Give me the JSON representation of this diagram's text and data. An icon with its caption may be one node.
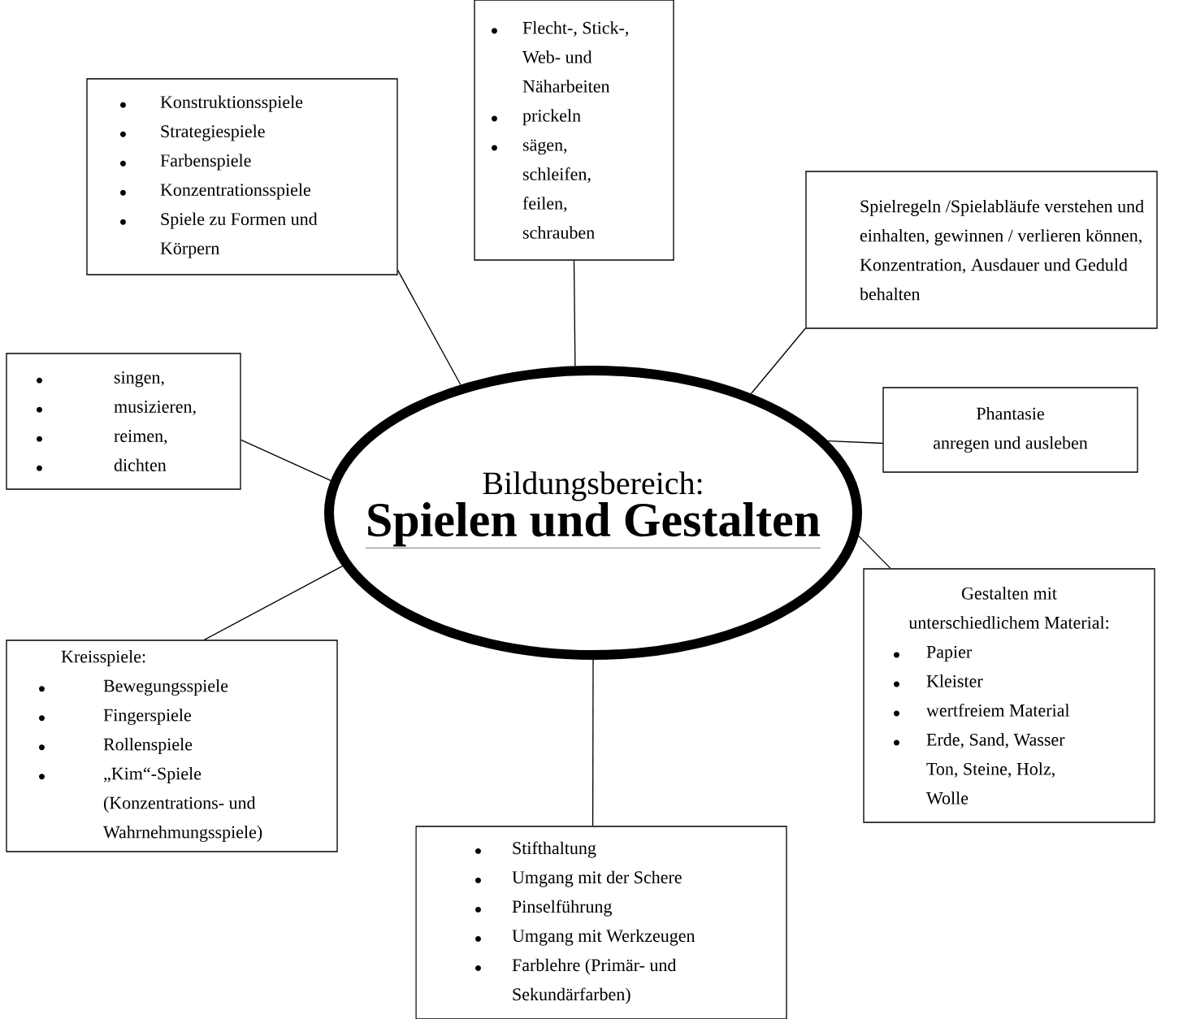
{
  "diagram": {
    "nodes": [
      {
        "text": [
          "Bildungsbereich:",
          "Spielen und Gestalten"
        ]
      },
      {
        "text": [
          "Flecht-, Stick-, Web- und Näharbeiten",
          "prickeln",
          "sägen, schleifen, feilen, schrauben"
        ]
      },
      {
        "text": [
          "Konstruktionsspiele",
          "Strategiespiele",
          "Farbenspiele",
          "Konzentrationsspiele",
          "Spiele zu Formen und Körpern"
        ]
      },
      {
        "text": [
          "Spielregeln /Spielabläufe verstehen und einhalten, gewinnen / verlieren können, Konzentration, Ausdauer und Geduld behalten"
        ]
      },
      {
        "text": [
          "singen,",
          "musizieren,",
          "reimen,",
          "dichten"
        ]
      },
      {
        "text": [
          "Phantasie",
          "anregen und ausleben"
        ]
      },
      {
        "text": [
          "Gestalten mit unterschiedlichem Material:",
          "Papier",
          "Kleister",
          "wertfreiem Material",
          "Erde, Sand, Wasser Ton, Steine, Holz, Wolle"
        ]
      },
      {
        "text": [
          "Kreisspiele:",
          "Bewegungsspiele",
          "Fingerspiele",
          "Rollenspiele",
          "„Kim“-Spiele (Konzentrations- und Wahrnehmungsspiele)"
        ]
      },
      {
        "text": [
          "Stifthaltung",
          "Umgang mit der Schere",
          "Pinselführung",
          "Umgang mit Werkzeugen",
          "Farblehre (Primär- und Sekundärfarben)"
        ]
      }
    ],
    "edges": [
      {
        "from": 2,
        "to": 0,
        "arrow": "none"
      },
      {
        "from": 1,
        "to": 0,
        "arrow": "none"
      },
      {
        "from": 3,
        "to": 0,
        "arrow": "none"
      },
      {
        "from": 4,
        "to": 0,
        "arrow": "none"
      },
      {
        "from": 5,
        "to": 0,
        "arrow": "none"
      },
      {
        "from": 6,
        "to": 0,
        "arrow": "none"
      },
      {
        "from": 7,
        "to": 0,
        "arrow": "none"
      },
      {
        "from": 8,
        "to": 0,
        "arrow": "none"
      }
    ]
  }
}
